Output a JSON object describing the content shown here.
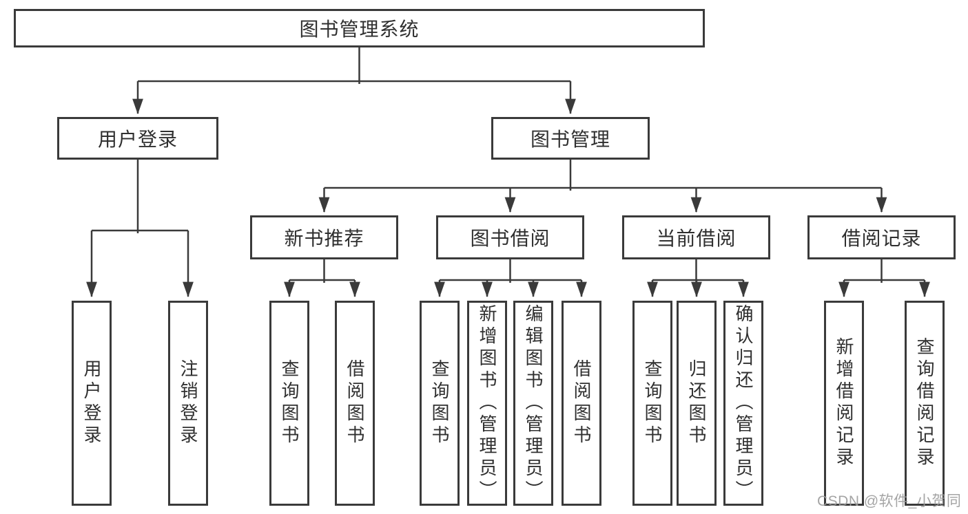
{
  "tree": {
    "label": "图书管理系统",
    "children": [
      {
        "label": "用户登录",
        "children": [
          {
            "label": "用户登录"
          },
          {
            "label": "注销登录"
          }
        ]
      },
      {
        "label": "图书管理",
        "children": [
          {
            "label": "新书推荐",
            "children": [
              {
                "label": "查询图书"
              },
              {
                "label": "借阅图书"
              }
            ]
          },
          {
            "label": "图书借阅",
            "children": [
              {
                "label": "查询图书"
              },
              {
                "label": "新增图书（管理员）"
              },
              {
                "label": "编辑图书（管理员）"
              },
              {
                "label": "借阅图书"
              }
            ]
          },
          {
            "label": "当前借阅",
            "children": [
              {
                "label": "查询图书"
              },
              {
                "label": "归还图书"
              },
              {
                "label": "确认归还（管理员）"
              }
            ]
          },
          {
            "label": "借阅记录",
            "children": [
              {
                "label": "新增借阅记录"
              },
              {
                "label": "查询借阅记录"
              }
            ]
          }
        ]
      }
    ]
  },
  "watermark": {
    "text": "CSDN @软件_小贺同学"
  },
  "colors": {
    "line": "#3a3a3a",
    "text": "#2f2f2f",
    "box_bg": "#ffffff",
    "bg": "#ffffff",
    "watermark": "#9b9b9b"
  }
}
